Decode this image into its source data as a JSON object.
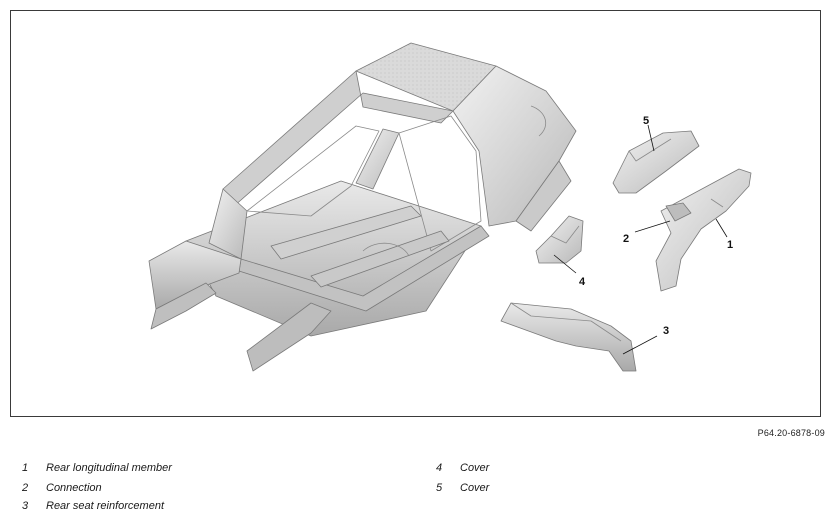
{
  "figure": {
    "reference": "P64.20-6878-09",
    "callouts": [
      "1",
      "2",
      "3",
      "4",
      "5"
    ]
  },
  "legend": {
    "items": [
      {
        "number": "1",
        "label": "Rear longitudinal member"
      },
      {
        "number": "2",
        "label": "Connection"
      },
      {
        "number": "3",
        "label": "Rear seat reinforcement"
      },
      {
        "number": "4",
        "label": "Cover"
      },
      {
        "number": "5",
        "label": "Cover"
      }
    ]
  }
}
